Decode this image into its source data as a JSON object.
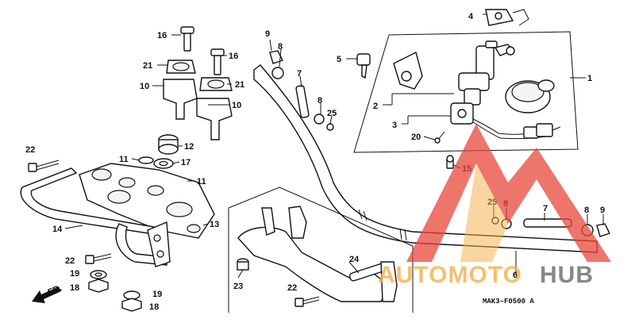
{
  "diagram": {
    "drawing_code": "MAK3–F0500 A",
    "front_marker": "FR.",
    "callouts": [
      "1",
      "2",
      "3",
      "4",
      "5",
      "6",
      "7",
      "7",
      "8",
      "8",
      "8",
      "8",
      "9",
      "9",
      "10",
      "10",
      "11",
      "11",
      "12",
      "13",
      "14",
      "15",
      "16",
      "16",
      "17",
      "18",
      "18",
      "19",
      "19",
      "20",
      "21",
      "21",
      "22",
      "22",
      "22",
      "23",
      "24",
      "25",
      "25"
    ]
  },
  "watermark": {
    "part1": "AUTOMOTO",
    "part2": "HUB",
    "color_orange": "#f4b04a",
    "color_red": "#e8473c",
    "color_gray": "#6a6a6a"
  }
}
